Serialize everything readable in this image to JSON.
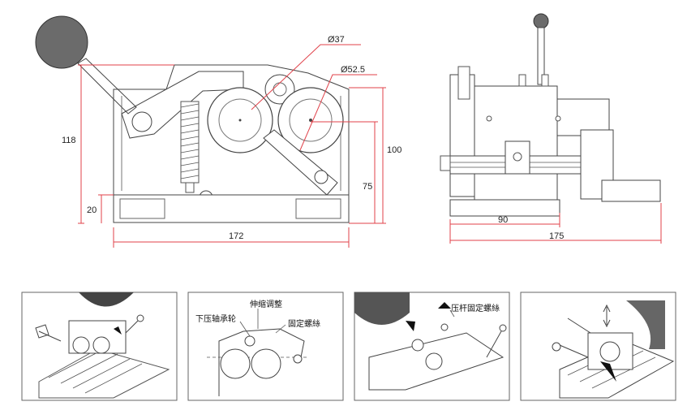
{
  "front_view": {
    "height_total": "118",
    "base_height": "20",
    "width": "172",
    "height_right": "100",
    "height_axis": "75",
    "small_diameter": "Ø37",
    "large_diameter": "Ø52.5"
  },
  "side_view": {
    "inner_width": "90",
    "total_width": "175"
  },
  "step_panels": {
    "panel2_label_adjust": "伸缩调整",
    "panel2_label_lower_bearing": "下压轴承轮",
    "panel2_label_fix_screw": "固定螺絲",
    "panel3_label": "压杆固定螺絲"
  }
}
